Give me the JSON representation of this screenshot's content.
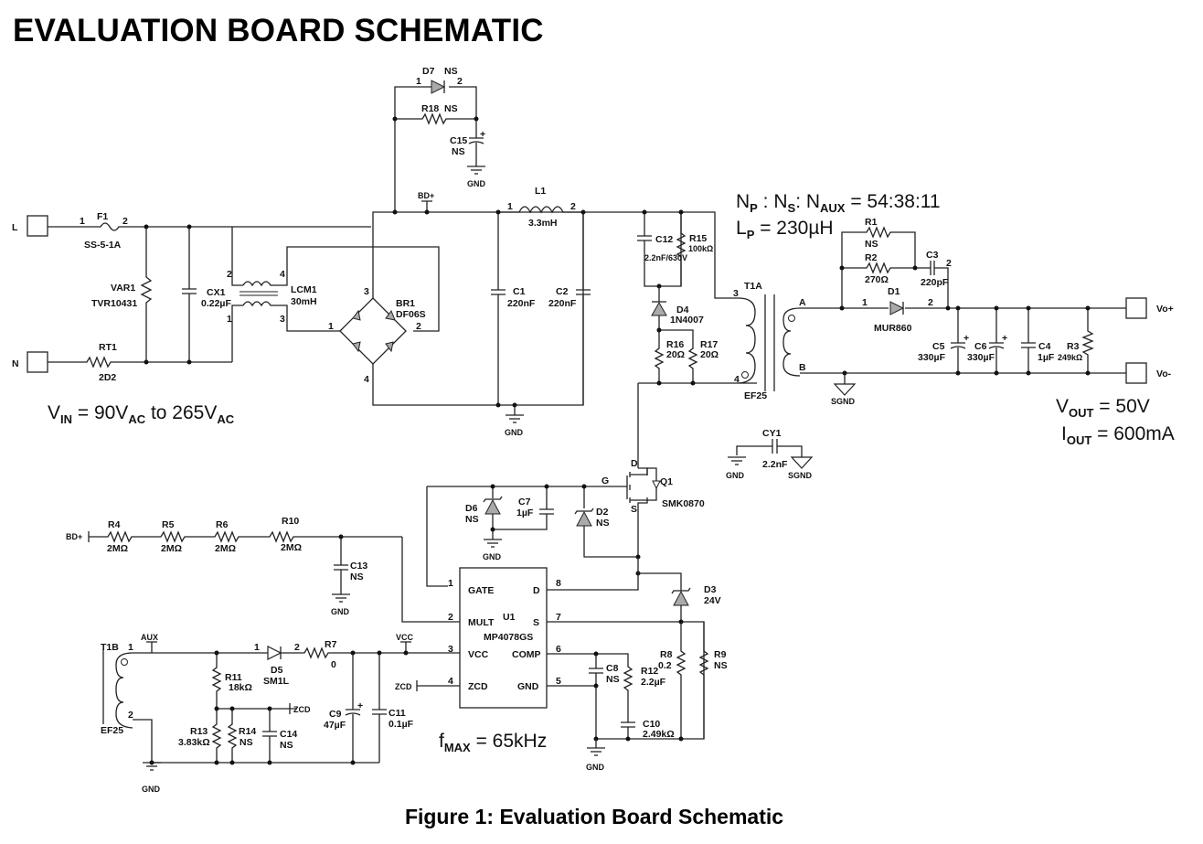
{
  "page": {
    "title": "EVALUATION BOARD SCHEMATIC",
    "caption": "Figure 1: Evaluation Board Schematic"
  },
  "specs": {
    "vin": {
      "prefix": "V",
      "sub": "IN",
      "text1": " = 90V",
      "sub2": "AC",
      "text2": " to 265V",
      "sub3": "AC"
    },
    "turns": {
      "p1": "N",
      "s1": "P",
      "p2": " : N",
      "s2": "S",
      "p3": ": N",
      "s3": "AUX",
      "p4": " = 54:38:11"
    },
    "lp": {
      "p1": "L",
      "s1": "P",
      "p2": " = 230µH"
    },
    "vout": {
      "p1": "V",
      "s1": "OUT",
      "p2": " = 50V"
    },
    "iout": {
      "p1": "I",
      "s1": "OUT",
      "p2": " = 600mA"
    },
    "fmax": {
      "p1": "f",
      "s1": "MAX",
      "p2": " = 65kHz"
    }
  },
  "terminals": {
    "L": "L",
    "N": "N",
    "vo_plus": "Vo+",
    "vo_minus": "Vo-"
  },
  "nets": {
    "gnd": "GND",
    "sgnd": "SGND",
    "bdplus": "BD+",
    "aux": "AUX",
    "vcc": "VCC",
    "zcd": "ZCD",
    "gate": "G",
    "drain": "D",
    "source": "S",
    "A": "A",
    "B": "B"
  },
  "components": {
    "F1": {
      "ref": "F1",
      "value": "SS-5-1A"
    },
    "VAR1": {
      "ref": "VAR1",
      "value": "TVR10431"
    },
    "RT1": {
      "ref": "RT1",
      "value": "2D2"
    },
    "CX1": {
      "ref": "CX1",
      "value": "0.22µF"
    },
    "LCM1": {
      "ref": "LCM1",
      "value": "30mH"
    },
    "BR1": {
      "ref": "BR1",
      "value": "DF06S"
    },
    "D7": {
      "ref": "D7",
      "value": "NS"
    },
    "R18": {
      "ref": "R18",
      "value": "NS"
    },
    "C15": {
      "ref": "C15",
      "value": "NS"
    },
    "L1": {
      "ref": "L1",
      "value": "3.3mH"
    },
    "C1": {
      "ref": "C1",
      "value": "220nF"
    },
    "C2": {
      "ref": "C2",
      "value": "220nF"
    },
    "C12": {
      "ref": "C12",
      "value": "2.2nF/630V"
    },
    "R15": {
      "ref": "R15",
      "value": "100kΩ"
    },
    "D4": {
      "ref": "D4",
      "value": "1N4007"
    },
    "R16": {
      "ref": "R16",
      "value": "20Ω"
    },
    "R17": {
      "ref": "R17",
      "value": "20Ω"
    },
    "T1A": {
      "ref": "T1A",
      "value": "EF25"
    },
    "R1": {
      "ref": "R1",
      "value": "NS"
    },
    "R2": {
      "ref": "R2",
      "value": "270Ω"
    },
    "C3": {
      "ref": "C3",
      "value": "220pF"
    },
    "D1": {
      "ref": "D1",
      "value": "MUR860"
    },
    "C5": {
      "ref": "C5",
      "value": "330µF"
    },
    "C6": {
      "ref": "C6",
      "value": "330µF"
    },
    "C4": {
      "ref": "C4",
      "value": "1µF"
    },
    "R3": {
      "ref": "R3",
      "value": "249kΩ"
    },
    "CY1": {
      "ref": "CY1",
      "value": "2.2nF"
    },
    "Q1": {
      "ref": "Q1",
      "value": "SMK0870"
    },
    "D6": {
      "ref": "D6",
      "value": "NS"
    },
    "C7": {
      "ref": "C7",
      "value": "1µF"
    },
    "D2": {
      "ref": "D2",
      "value": "NS"
    },
    "D3": {
      "ref": "D3",
      "value": "24V"
    },
    "R4": {
      "ref": "R4",
      "value": "2MΩ"
    },
    "R5": {
      "ref": "R5",
      "value": "2MΩ"
    },
    "R6": {
      "ref": "R6",
      "value": "2MΩ"
    },
    "R10": {
      "ref": "R10",
      "value": "2MΩ"
    },
    "C13": {
      "ref": "C13",
      "value": "NS"
    },
    "U1": {
      "ref": "U1",
      "value": "MP4078GS"
    },
    "T1B": {
      "ref": "T1B",
      "value": "EF25"
    },
    "R11": {
      "ref": "R11",
      "value": "18kΩ"
    },
    "D5": {
      "ref": "D5",
      "value": "SM1L"
    },
    "R7": {
      "ref": "R7",
      "value": "0"
    },
    "R13": {
      "ref": "R13",
      "value": "3.83kΩ"
    },
    "R14": {
      "ref": "R14",
      "value": "NS"
    },
    "C14": {
      "ref": "C14",
      "value": "NS"
    },
    "C9": {
      "ref": "C9",
      "value": "47µF"
    },
    "C11": {
      "ref": "C11",
      "value": "0.1µF"
    },
    "C8": {
      "ref": "C8",
      "value": "NS"
    },
    "R12": {
      "ref": "R12",
      "value": "2.2µF"
    },
    "C10": {
      "ref": "C10",
      "value": "2.49kΩ"
    },
    "R8": {
      "ref": "R8",
      "value": "0.2"
    },
    "R9": {
      "ref": "R9",
      "value": "NS"
    }
  },
  "u1_pins": {
    "p1": {
      "num": "1",
      "name": "GATE"
    },
    "p2": {
      "num": "2",
      "name": "MULT"
    },
    "p3": {
      "num": "3",
      "name": "VCC"
    },
    "p4": {
      "num": "4",
      "name": "ZCD"
    },
    "p5": {
      "num": "5",
      "name": "GND"
    },
    "p6": {
      "num": "6",
      "name": "COMP"
    },
    "p7": {
      "num": "7",
      "name": "S"
    },
    "p8": {
      "num": "8",
      "name": "D"
    }
  },
  "pin_numbers": {
    "one": "1",
    "two": "2",
    "three": "3",
    "four": "4"
  }
}
